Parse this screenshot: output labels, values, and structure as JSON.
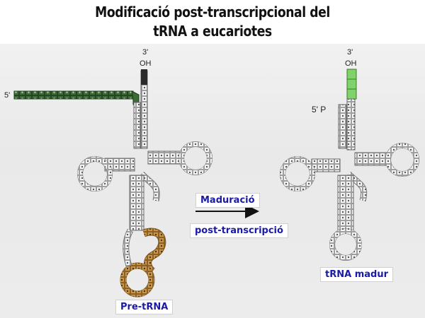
{
  "title": {
    "line1": "Modificació post-transcripcional del",
    "line2": "tRNA a eucariotes"
  },
  "pre": {
    "end3": "3'",
    "oh": "OH",
    "end5": "5'",
    "name": "Pre-tRNA"
  },
  "mature": {
    "end3": "3'",
    "oh": "OH",
    "end5p": "5' P",
    "name": "tRNA madur"
  },
  "arrow": {
    "top_label": "Maduració",
    "bottom_label": "post-transcripció"
  },
  "colors": {
    "leader": "#3f6a3a",
    "intron": "#c9964a",
    "cca": "#7fd36a",
    "label": "#1a1aa8"
  }
}
